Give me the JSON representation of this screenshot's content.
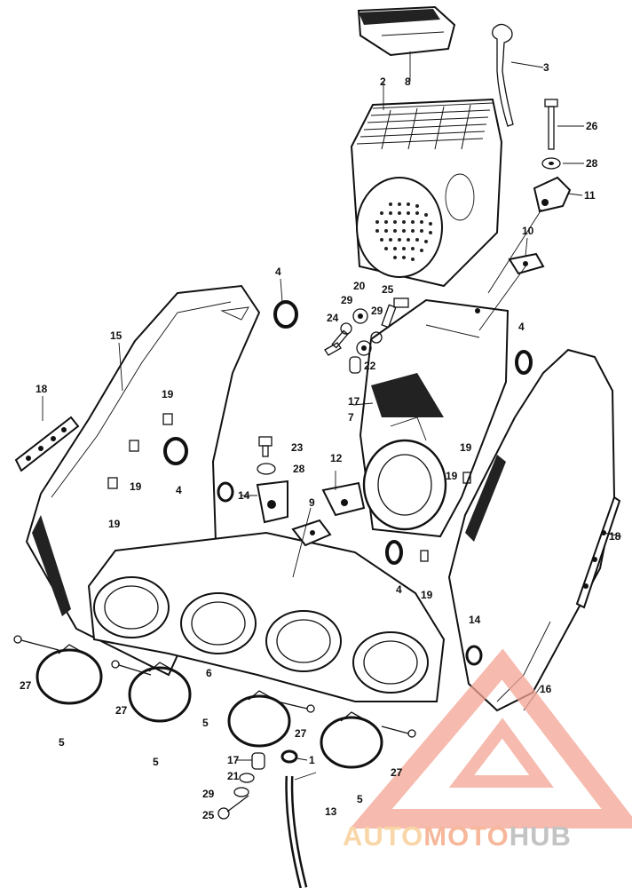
{
  "labels": [
    {
      "id": "l1",
      "text": "1"
    },
    {
      "id": "l2",
      "text": "2"
    },
    {
      "id": "l3",
      "text": "3"
    },
    {
      "id": "l4a",
      "text": "4"
    },
    {
      "id": "l4b",
      "text": "4"
    },
    {
      "id": "l4c",
      "text": "4"
    },
    {
      "id": "l4d",
      "text": "4"
    },
    {
      "id": "l5a",
      "text": "5"
    },
    {
      "id": "l5b",
      "text": "5"
    },
    {
      "id": "l5c",
      "text": "5"
    },
    {
      "id": "l5d",
      "text": "5"
    },
    {
      "id": "l6",
      "text": "6"
    },
    {
      "id": "l7",
      "text": "7"
    },
    {
      "id": "l8",
      "text": "8"
    },
    {
      "id": "l9",
      "text": "9"
    },
    {
      "id": "l10",
      "text": "10"
    },
    {
      "id": "l11",
      "text": "11"
    },
    {
      "id": "l12",
      "text": "12"
    },
    {
      "id": "l13",
      "text": "13"
    },
    {
      "id": "l14a",
      "text": "14"
    },
    {
      "id": "l14b",
      "text": "14"
    },
    {
      "id": "l15",
      "text": "15"
    },
    {
      "id": "l16",
      "text": "16"
    },
    {
      "id": "l17a",
      "text": "17"
    },
    {
      "id": "l17b",
      "text": "17"
    },
    {
      "id": "l18a",
      "text": "18"
    },
    {
      "id": "l18b",
      "text": "18"
    },
    {
      "id": "l19a",
      "text": "19"
    },
    {
      "id": "l19b",
      "text": "19"
    },
    {
      "id": "l19c",
      "text": "19"
    },
    {
      "id": "l19d",
      "text": "19"
    },
    {
      "id": "l19e",
      "text": "19"
    },
    {
      "id": "l19f",
      "text": "19"
    },
    {
      "id": "l19g",
      "text": "19"
    },
    {
      "id": "l20",
      "text": "20"
    },
    {
      "id": "l21",
      "text": "21"
    },
    {
      "id": "l22",
      "text": "22"
    },
    {
      "id": "l23",
      "text": "23"
    },
    {
      "id": "l24",
      "text": "24"
    },
    {
      "id": "l25a",
      "text": "25"
    },
    {
      "id": "l25b",
      "text": "25"
    },
    {
      "id": "l26",
      "text": "26"
    },
    {
      "id": "l27a",
      "text": "27"
    },
    {
      "id": "l27b",
      "text": "27"
    },
    {
      "id": "l27c",
      "text": "27"
    },
    {
      "id": "l27d",
      "text": "27"
    },
    {
      "id": "l28a",
      "text": "28"
    },
    {
      "id": "l28b",
      "text": "28"
    },
    {
      "id": "l29a",
      "text": "29"
    },
    {
      "id": "l29b",
      "text": "29"
    },
    {
      "id": "l29c",
      "text": "29"
    }
  ],
  "watermark": {
    "part1": "AUTO",
    "part2": "MOTO",
    "part3": "HUB",
    "color_primary": "#f4a07a",
    "color_secondary": "#f7c98a",
    "color_dark": "#b0b0b0",
    "triangle_color": "#f3a394"
  }
}
